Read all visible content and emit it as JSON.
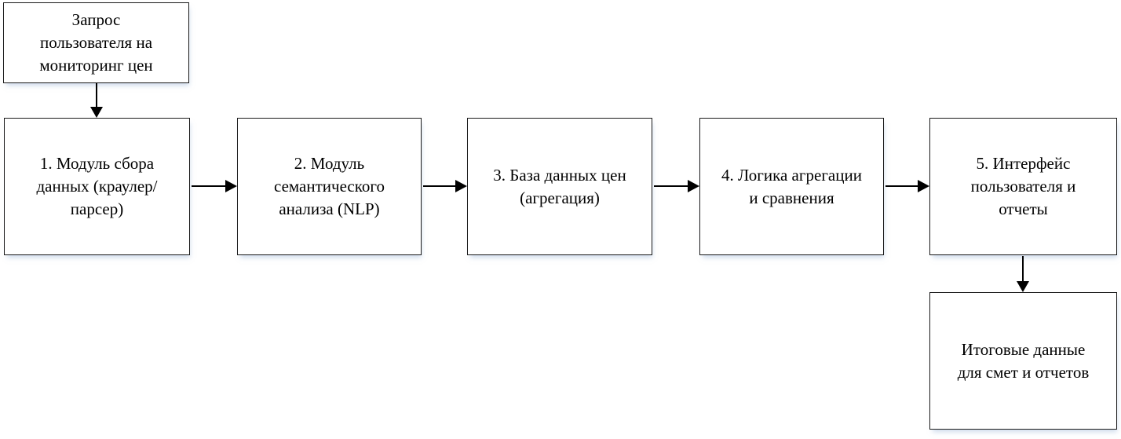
{
  "diagram": {
    "type": "flowchart",
    "direction": "left-to-right",
    "nodes": [
      {
        "id": "user-request",
        "lines": [
          "Запрос",
          "пользователя на",
          "мониторинг цен"
        ]
      },
      {
        "id": "module-1-data-collection",
        "lines": [
          "1. Модуль сбора",
          "данных (краулер/",
          "парсер)"
        ]
      },
      {
        "id": "module-2-semantic-nlp",
        "lines": [
          "2. Модуль",
          "семантического",
          "анализа (NLP)"
        ]
      },
      {
        "id": "module-3-price-database",
        "lines": [
          "3. База данных цен",
          "(агрегация)"
        ]
      },
      {
        "id": "module-4-aggregation-logic",
        "lines": [
          "4. Логика агрегации",
          "и сравнения"
        ]
      },
      {
        "id": "module-5-ui-reports",
        "lines": [
          "5. Интерфейс",
          "пользователя и",
          "отчеты"
        ]
      },
      {
        "id": "final-output",
        "lines": [
          "Итоговые данные",
          "для смет и отчетов"
        ]
      }
    ],
    "edges": [
      {
        "from": "user-request",
        "to": "module-1-data-collection",
        "direction": "down"
      },
      {
        "from": "module-1-data-collection",
        "to": "module-2-semantic-nlp",
        "direction": "right"
      },
      {
        "from": "module-2-semantic-nlp",
        "to": "module-3-price-database",
        "direction": "right"
      },
      {
        "from": "module-3-price-database",
        "to": "module-4-aggregation-logic",
        "direction": "right"
      },
      {
        "from": "module-4-aggregation-logic",
        "to": "module-5-ui-reports",
        "direction": "right"
      },
      {
        "from": "module-5-ui-reports",
        "to": "final-output",
        "direction": "down"
      }
    ],
    "colors": {
      "background": "#ffffff",
      "node_fill": "#ffffff",
      "node_border": "#1a1a1a",
      "text": "#000000",
      "arrow": "#000000",
      "shadow": "#aac3e1"
    }
  }
}
